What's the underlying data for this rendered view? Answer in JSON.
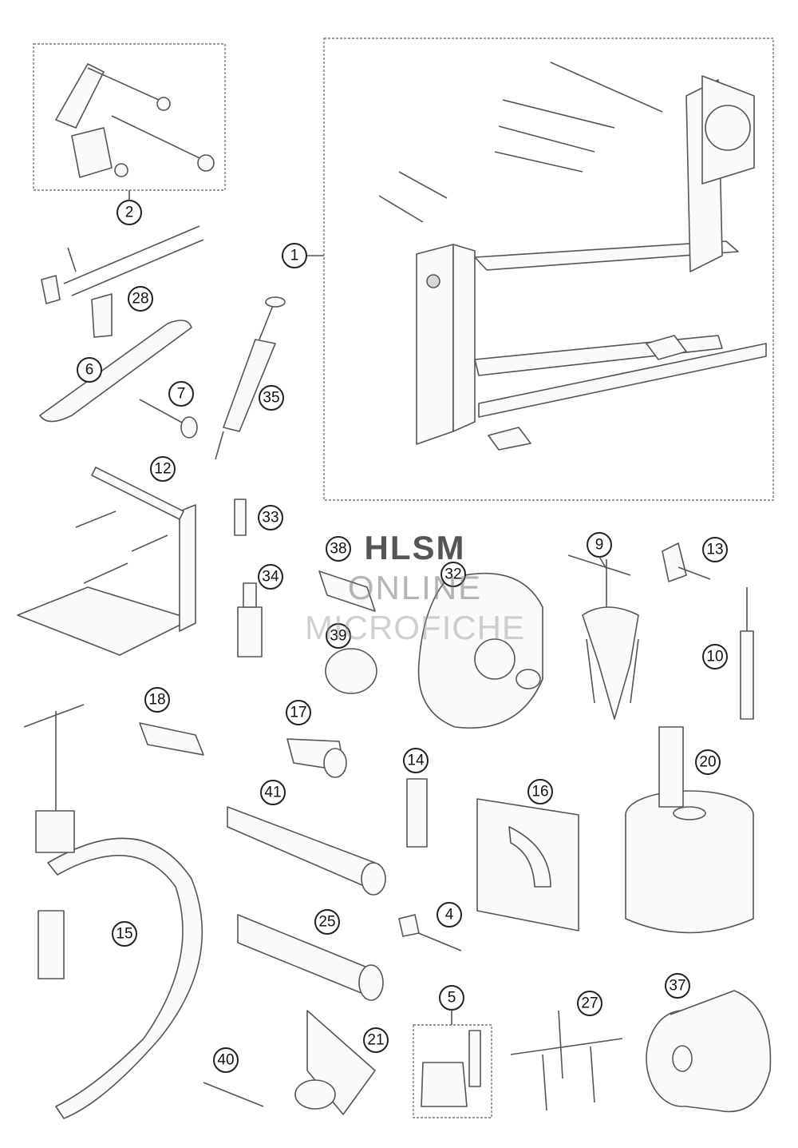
{
  "watermark": {
    "line1": "HLSM",
    "line2": "ONLINE",
    "line3": "MICROFICHE"
  },
  "callouts": {
    "c1": "1",
    "c2": "2",
    "c4": "4",
    "c5": "5",
    "c6": "6",
    "c7": "7",
    "c9": "9",
    "c10": "10",
    "c12": "12",
    "c13": "13",
    "c14": "14",
    "c15": "15",
    "c16": "16",
    "c17": "17",
    "c18": "18",
    "c20": "20",
    "c21": "21",
    "c25": "25",
    "c27": "27",
    "c28": "28",
    "c32": "32",
    "c33": "33",
    "c34": "34",
    "c35": "35",
    "c37": "37",
    "c38": "38",
    "c39": "39",
    "c40": "40",
    "c41": "41"
  }
}
